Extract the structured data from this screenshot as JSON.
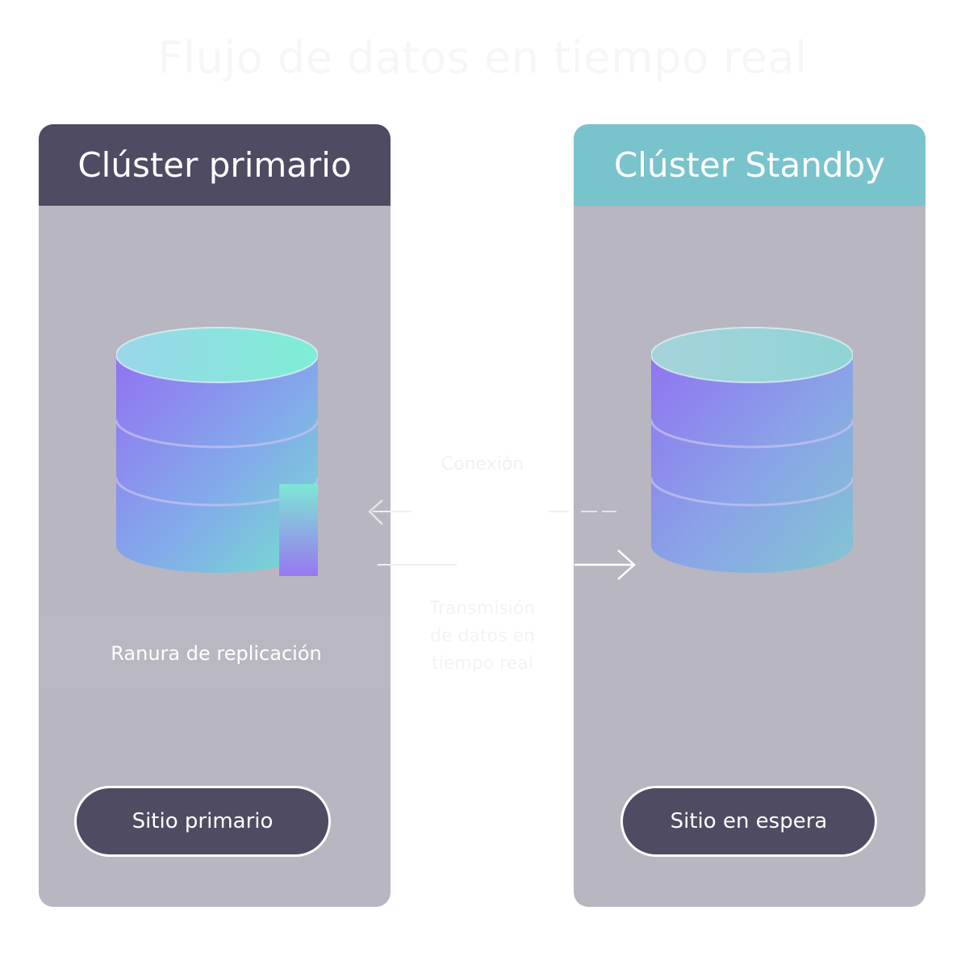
{
  "title": "Flujo de datos en tiempo real",
  "primary": {
    "header": "Clúster primario",
    "slot_label": "Ranura de replicación",
    "site_button": "Sitio primario"
  },
  "standby": {
    "header": "Clúster Standby",
    "site_button": "Sitio en espera"
  },
  "connection_label": "Conexión",
  "stream_label": [
    "Transmisión",
    "de datos en",
    "tiempo real"
  ],
  "colors": {
    "primary_header": "#4e4b63",
    "standby_header": "#79c3cd",
    "panel": "#b8b6c0",
    "button": "#4e4b63"
  },
  "icons": [
    "database-icon",
    "file-icon",
    "arrow-left-icon",
    "arrow-right-icon"
  ]
}
